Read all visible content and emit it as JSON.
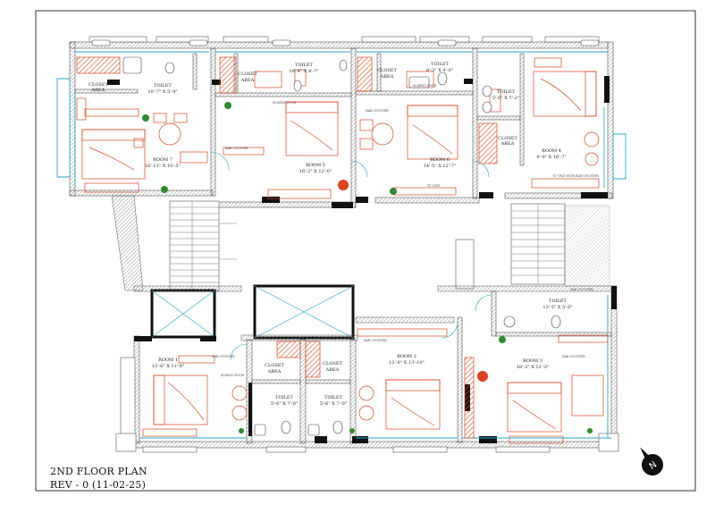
{
  "title": "2ND FLOOR PLAN",
  "revision": "REV - 0 (11-02-25)",
  "north_label": "N",
  "rooms": [
    {
      "id": "toilet-r7",
      "name": "TOILET",
      "dim": "10'-7\" X 5'-9\""
    },
    {
      "id": "closet-r7",
      "name": "CLOSET",
      "dim": "AREA"
    },
    {
      "id": "room7",
      "name": "ROOM 7",
      "dim": "16'-11\" X 10'-5\""
    },
    {
      "id": "closet-r5",
      "name": "CLOSET",
      "dim": "AREA"
    },
    {
      "id": "toilet-r5",
      "name": "TOILET",
      "dim": "10'-4\" X 4'-7\""
    },
    {
      "id": "room5",
      "name": "ROOM 5",
      "dim": "16'-2\" X 12'-0\""
    },
    {
      "id": "closet-r6",
      "name": "CLOSET",
      "dim": "AREA"
    },
    {
      "id": "toilet-r6",
      "name": "TOILET",
      "dim": "8'-3\" X 4'-0\""
    },
    {
      "id": "room6",
      "name": "ROOM 6",
      "dim": "14'-5\" X 12'-7\""
    },
    {
      "id": "toilet-r4",
      "name": "TOILET",
      "dim": "5'-0\" X 7'-2\""
    },
    {
      "id": "closet-r4",
      "name": "CLOSET",
      "dim": "AREA"
    },
    {
      "id": "room4",
      "name": "ROOM 4",
      "dim": "9'-9\" X 16'-7\""
    },
    {
      "id": "toilet-r3",
      "name": "TOILET",
      "dim": "13'-5\" X 5'-0\""
    },
    {
      "id": "room3",
      "name": "ROOM 3",
      "dim": "18'-2\" X 12'-3\""
    },
    {
      "id": "room2",
      "name": "ROOM 2",
      "dim": "13'-0\" X 13'-10\""
    },
    {
      "id": "closet-b1",
      "name": "CLOSET",
      "dim": "AREA"
    },
    {
      "id": "closet-b2",
      "name": "CLOSET",
      "dim": "AREA"
    },
    {
      "id": "toilet-b1",
      "name": "TOILET",
      "dim": "5'-6\" X 7'-0\""
    },
    {
      "id": "toilet-b2",
      "name": "TOILET",
      "dim": "5'-6\" X 7'-0\""
    },
    {
      "id": "room1",
      "name": "ROOM 1",
      "dim": "13'-6\" X 11'-8\""
    }
  ],
  "annotations": {
    "sliding_door": "SLIDING DOOR",
    "bar_counter": "BAR COUNTER",
    "tv_unit": "TV UNIT",
    "tv_unit_bar": "TV UNIT WITH BAR COUNTER"
  },
  "colors": {
    "wall": "#555555",
    "furniture": "#d9481c",
    "glass": "#2aa6c9",
    "accent_dot": "#e0411f",
    "plant": "#2e8b2e",
    "border": "#333333"
  }
}
